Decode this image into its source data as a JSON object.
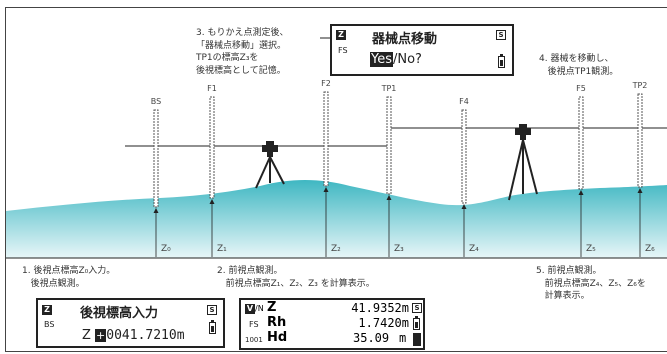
{
  "notes": {
    "step1": "1. 後視点標高Z₀入力。\n   後視点観測。",
    "step2": "2. 前視点観測。\n   前視点標高Z₁、Z₂、Z₃ を計算表示。",
    "step3": "3. もりかえ点測定後、\n「器械点移動」選択。\nTP1の標高Z₃を\n後視標高として記憶。",
    "step4": "4. 器械を移動し、\n   後視点TP1観測。",
    "step5": "5. 前視点観測。\n   前視点標高Z₄、Z₅、Z₆を\n   計算表示。"
  },
  "staffs": [
    "BS",
    "F1",
    "F2",
    "TP1",
    "F4",
    "F5",
    "TP2"
  ],
  "heights": [
    "Z₀",
    "Z₁",
    "Z₂",
    "Z₃",
    "Z₄",
    "Z₅",
    "Z₆"
  ],
  "panel_move": {
    "z_tag": "Z",
    "title": "器械点移動",
    "s_tag": "S",
    "mode": "FS",
    "yes": "Yes",
    "rest": "/No?"
  },
  "panel_bs": {
    "z_tag": "Z",
    "title": "後視標高入力",
    "s_tag": "S",
    "mode": "BS",
    "label": "Z",
    "sign": "+",
    "value": "0041.7210m"
  },
  "panel_fs": {
    "vn_tag": "V",
    "vn_suffix": "/N",
    "row1_label": "Z",
    "row1_value": "41.9352m",
    "row2_prefix": "FS",
    "row2_label": "Rh",
    "row2_value": "1.7420m",
    "row3_prefix": "1001",
    "row3_label": "Hd",
    "row3_value": "35.09",
    "row3_unit": "m",
    "s_tag": "S"
  },
  "colors": {
    "ground_top": "#3fb7c2",
    "ground_bottom": "#e8f6f8",
    "staff": "#555555",
    "line": "#222222"
  }
}
